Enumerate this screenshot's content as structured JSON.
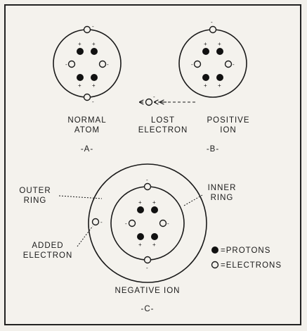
{
  "panel_a": {
    "title_line1": "NORMAL",
    "title_line2": "ATOM",
    "letter": "-A-",
    "sign_top": "-",
    "sign_left": "-",
    "sign_right": "-",
    "sign_bottom": "-",
    "proton_sign": "+"
  },
  "panel_b": {
    "title_line1": "POSITIVE",
    "title_line2": "ION",
    "lost_line1": "LOST",
    "lost_line2": "ELECTRON",
    "letter": "-B-",
    "sign_top": "-",
    "sign_left": "-",
    "sign_right": "-",
    "sign_lost": "-",
    "proton_sign": "+"
  },
  "panel_c": {
    "outer_line1": "OUTER",
    "outer_line2": "RING",
    "inner_line1": "INNER",
    "inner_line2": "RING",
    "added_line1": "ADDED",
    "added_line2": "ELECTRON",
    "title": "NEGATIVE ION",
    "letter": "-C-",
    "sign_top": "-",
    "sign_left": "-",
    "sign_right": "-",
    "sign_bottom": "-",
    "sign_added": "-",
    "proton_sign": "+"
  },
  "legend": {
    "protons": "=PROTONS",
    "electrons": "=ELECTRONS"
  }
}
